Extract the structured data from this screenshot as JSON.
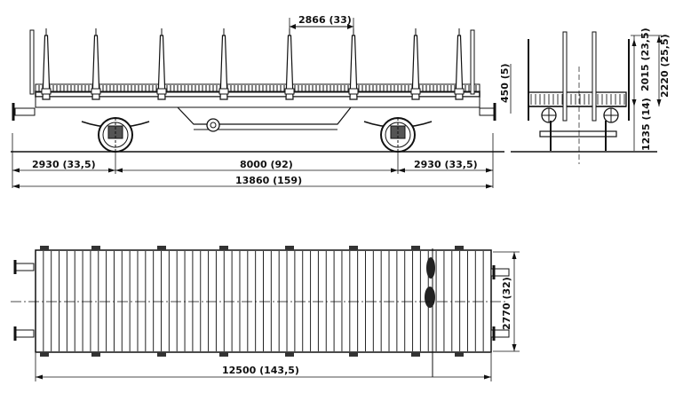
{
  "drawing": {
    "subject": "stake wagon",
    "colors": {
      "ink": "#111111",
      "paper": "#ffffff",
      "hatch": "#333333"
    }
  },
  "side_view": {
    "stake_pitch": "2866 (33)",
    "overhang_left": "2930 (33,5)",
    "wheelbase": "8000 (92)",
    "overhang_right": "2930 (33,5)",
    "length_over_buffers": "13860 (159)",
    "stake_xs": [
      52,
      108,
      182,
      252,
      326,
      398,
      468,
      517
    ],
    "wheel_xs": [
      130,
      448
    ]
  },
  "end_view": {
    "side_height": "450 (5)",
    "stake_height_inner": "2015 (23,5)",
    "stake_height_total": "2220 (25,5)",
    "floor_height": "1235 (14)"
  },
  "plan_view": {
    "platform_length": "12500 (143,5)",
    "platform_width": "2770 (32)",
    "plank_count": 58,
    "pocket_xs": [
      50,
      108,
      182,
      252,
      326,
      398,
      468,
      517
    ]
  }
}
